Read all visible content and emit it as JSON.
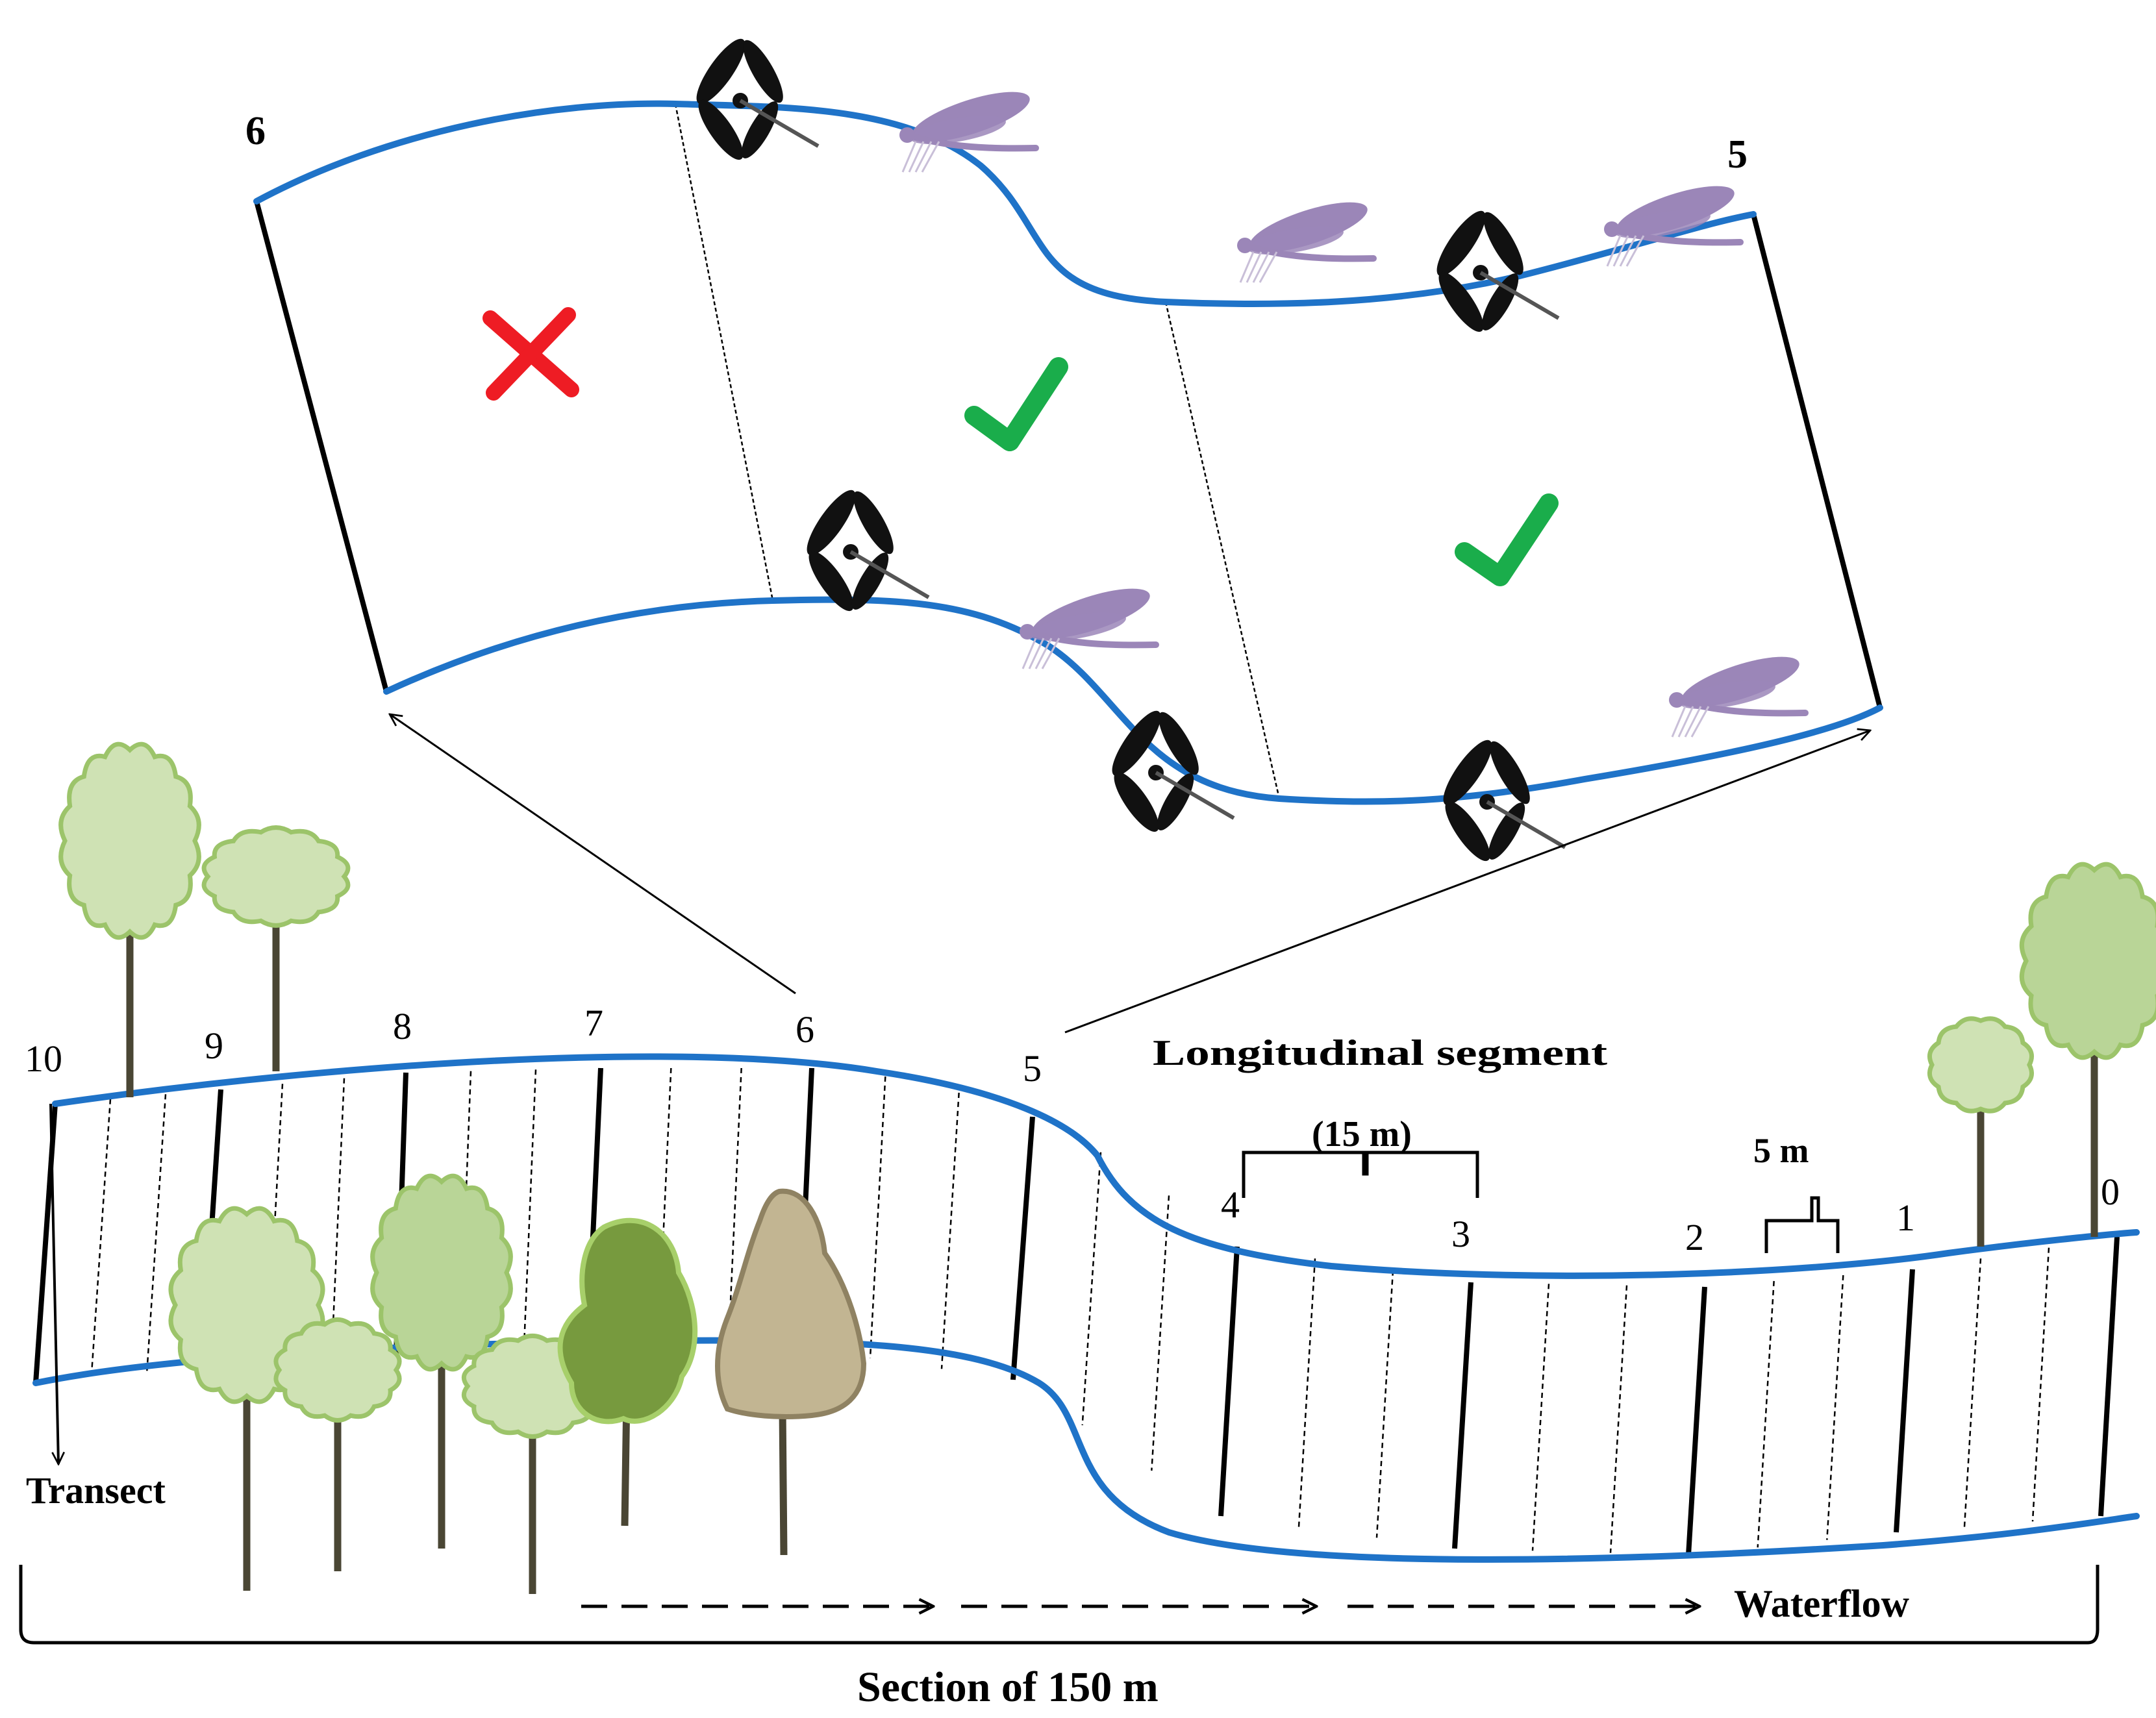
{
  "inset": {
    "left_label": "6",
    "right_label": "5",
    "excluded_mark": "✗",
    "included_mark": "✓"
  },
  "transect_numbers": [
    "10",
    "9",
    "8",
    "7",
    "6",
    "5",
    "4",
    "3",
    "2",
    "1",
    "0"
  ],
  "labels": {
    "longitudinal_segment": "Longitudinal segment",
    "segment_length": "(15 m)",
    "subsegment_length": "5 m",
    "transect": "Transect",
    "waterflow": "Waterflow",
    "section": "Section of 150 m"
  },
  "colors": {
    "stream_bank": "#1f73c8",
    "transect_line": "#000000",
    "tick_green": "#1aad4b",
    "cross_red": "#ee1c24",
    "damselfly": "#9b86b8",
    "dragonfly": "#111111",
    "tree_light": "#cfe2b4",
    "tree_mid": "#b9d597",
    "tree_dark": "#779a3e",
    "tree_tan": "#c2b592",
    "trunk": "#4a4634"
  }
}
